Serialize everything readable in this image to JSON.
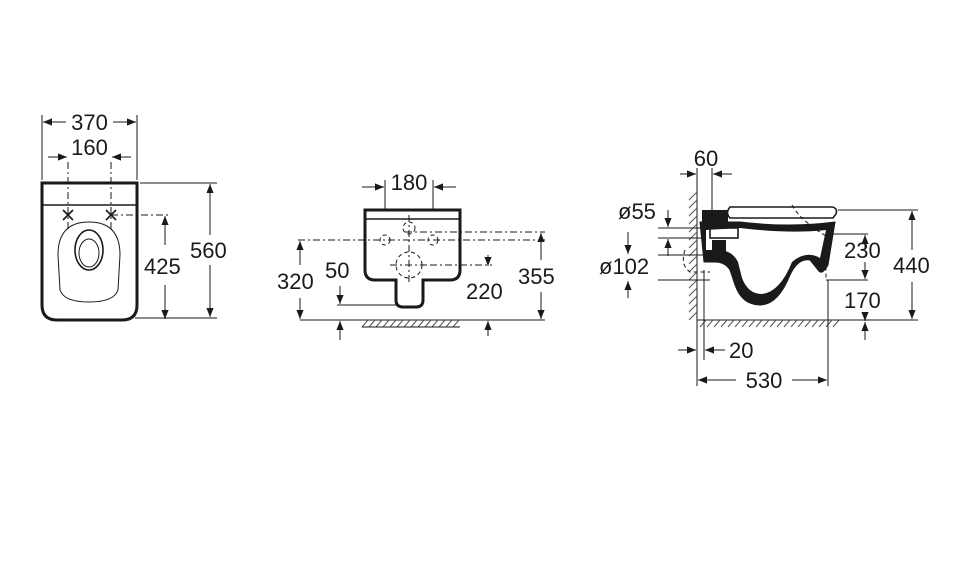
{
  "colors": {
    "line": "#1a1a1a",
    "background": "#ffffff",
    "hatch": "#555555"
  },
  "front_view": {
    "total_width": "370",
    "fixing_spacing": "160",
    "fixing_height": "425",
    "total_depth": "560"
  },
  "rear_view": {
    "hole_spacing": "180",
    "fixing_height": "320",
    "drain_offset": "50",
    "drain_height": "220",
    "top_height": "355"
  },
  "side_view": {
    "wall_gap": "60",
    "inlet_diameter": "ø55",
    "outlet_diameter": "ø102",
    "inlet_height": "230",
    "total_height": "440",
    "outlet_height": "170",
    "wall_offset": "20",
    "projection": "530"
  }
}
